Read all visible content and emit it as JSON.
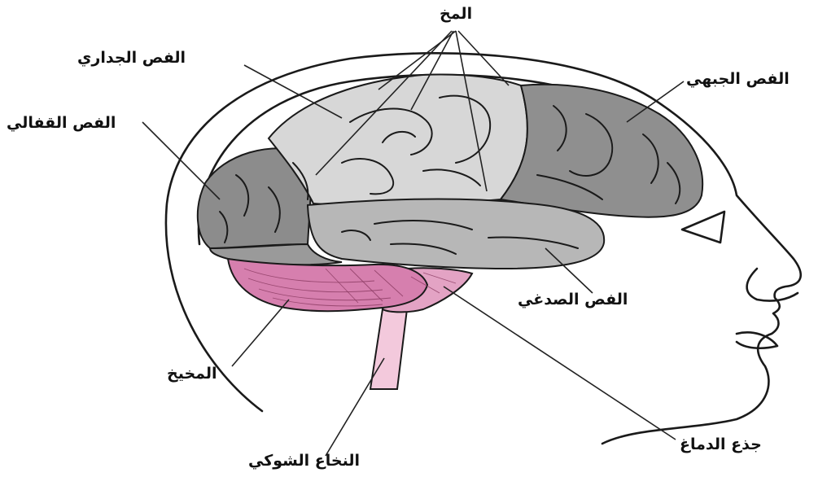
{
  "labels": {
    "brain": "المخ",
    "parietal": "الفص الجداري",
    "frontal": "الفص الجبهي",
    "occipital": "الفص القفالي",
    "temporal": "الفص الصدغي",
    "cerebellum": "المخيخ",
    "brainstem": "جذع الدماغ",
    "spinal_cord": "النخاع الشوكي"
  },
  "colors": {
    "frontal_lobe": "#8f8f8f",
    "parietal_lobe": "#d7d7d7",
    "occipital_lobe": "#8c8c8c",
    "temporal_lobe": "#b7b7b7",
    "cerebellum": "#d67fae",
    "brainstem": "#e3a3c4",
    "spinal_cord": "#f3c9dc",
    "outline": "#1a1a1a"
  }
}
